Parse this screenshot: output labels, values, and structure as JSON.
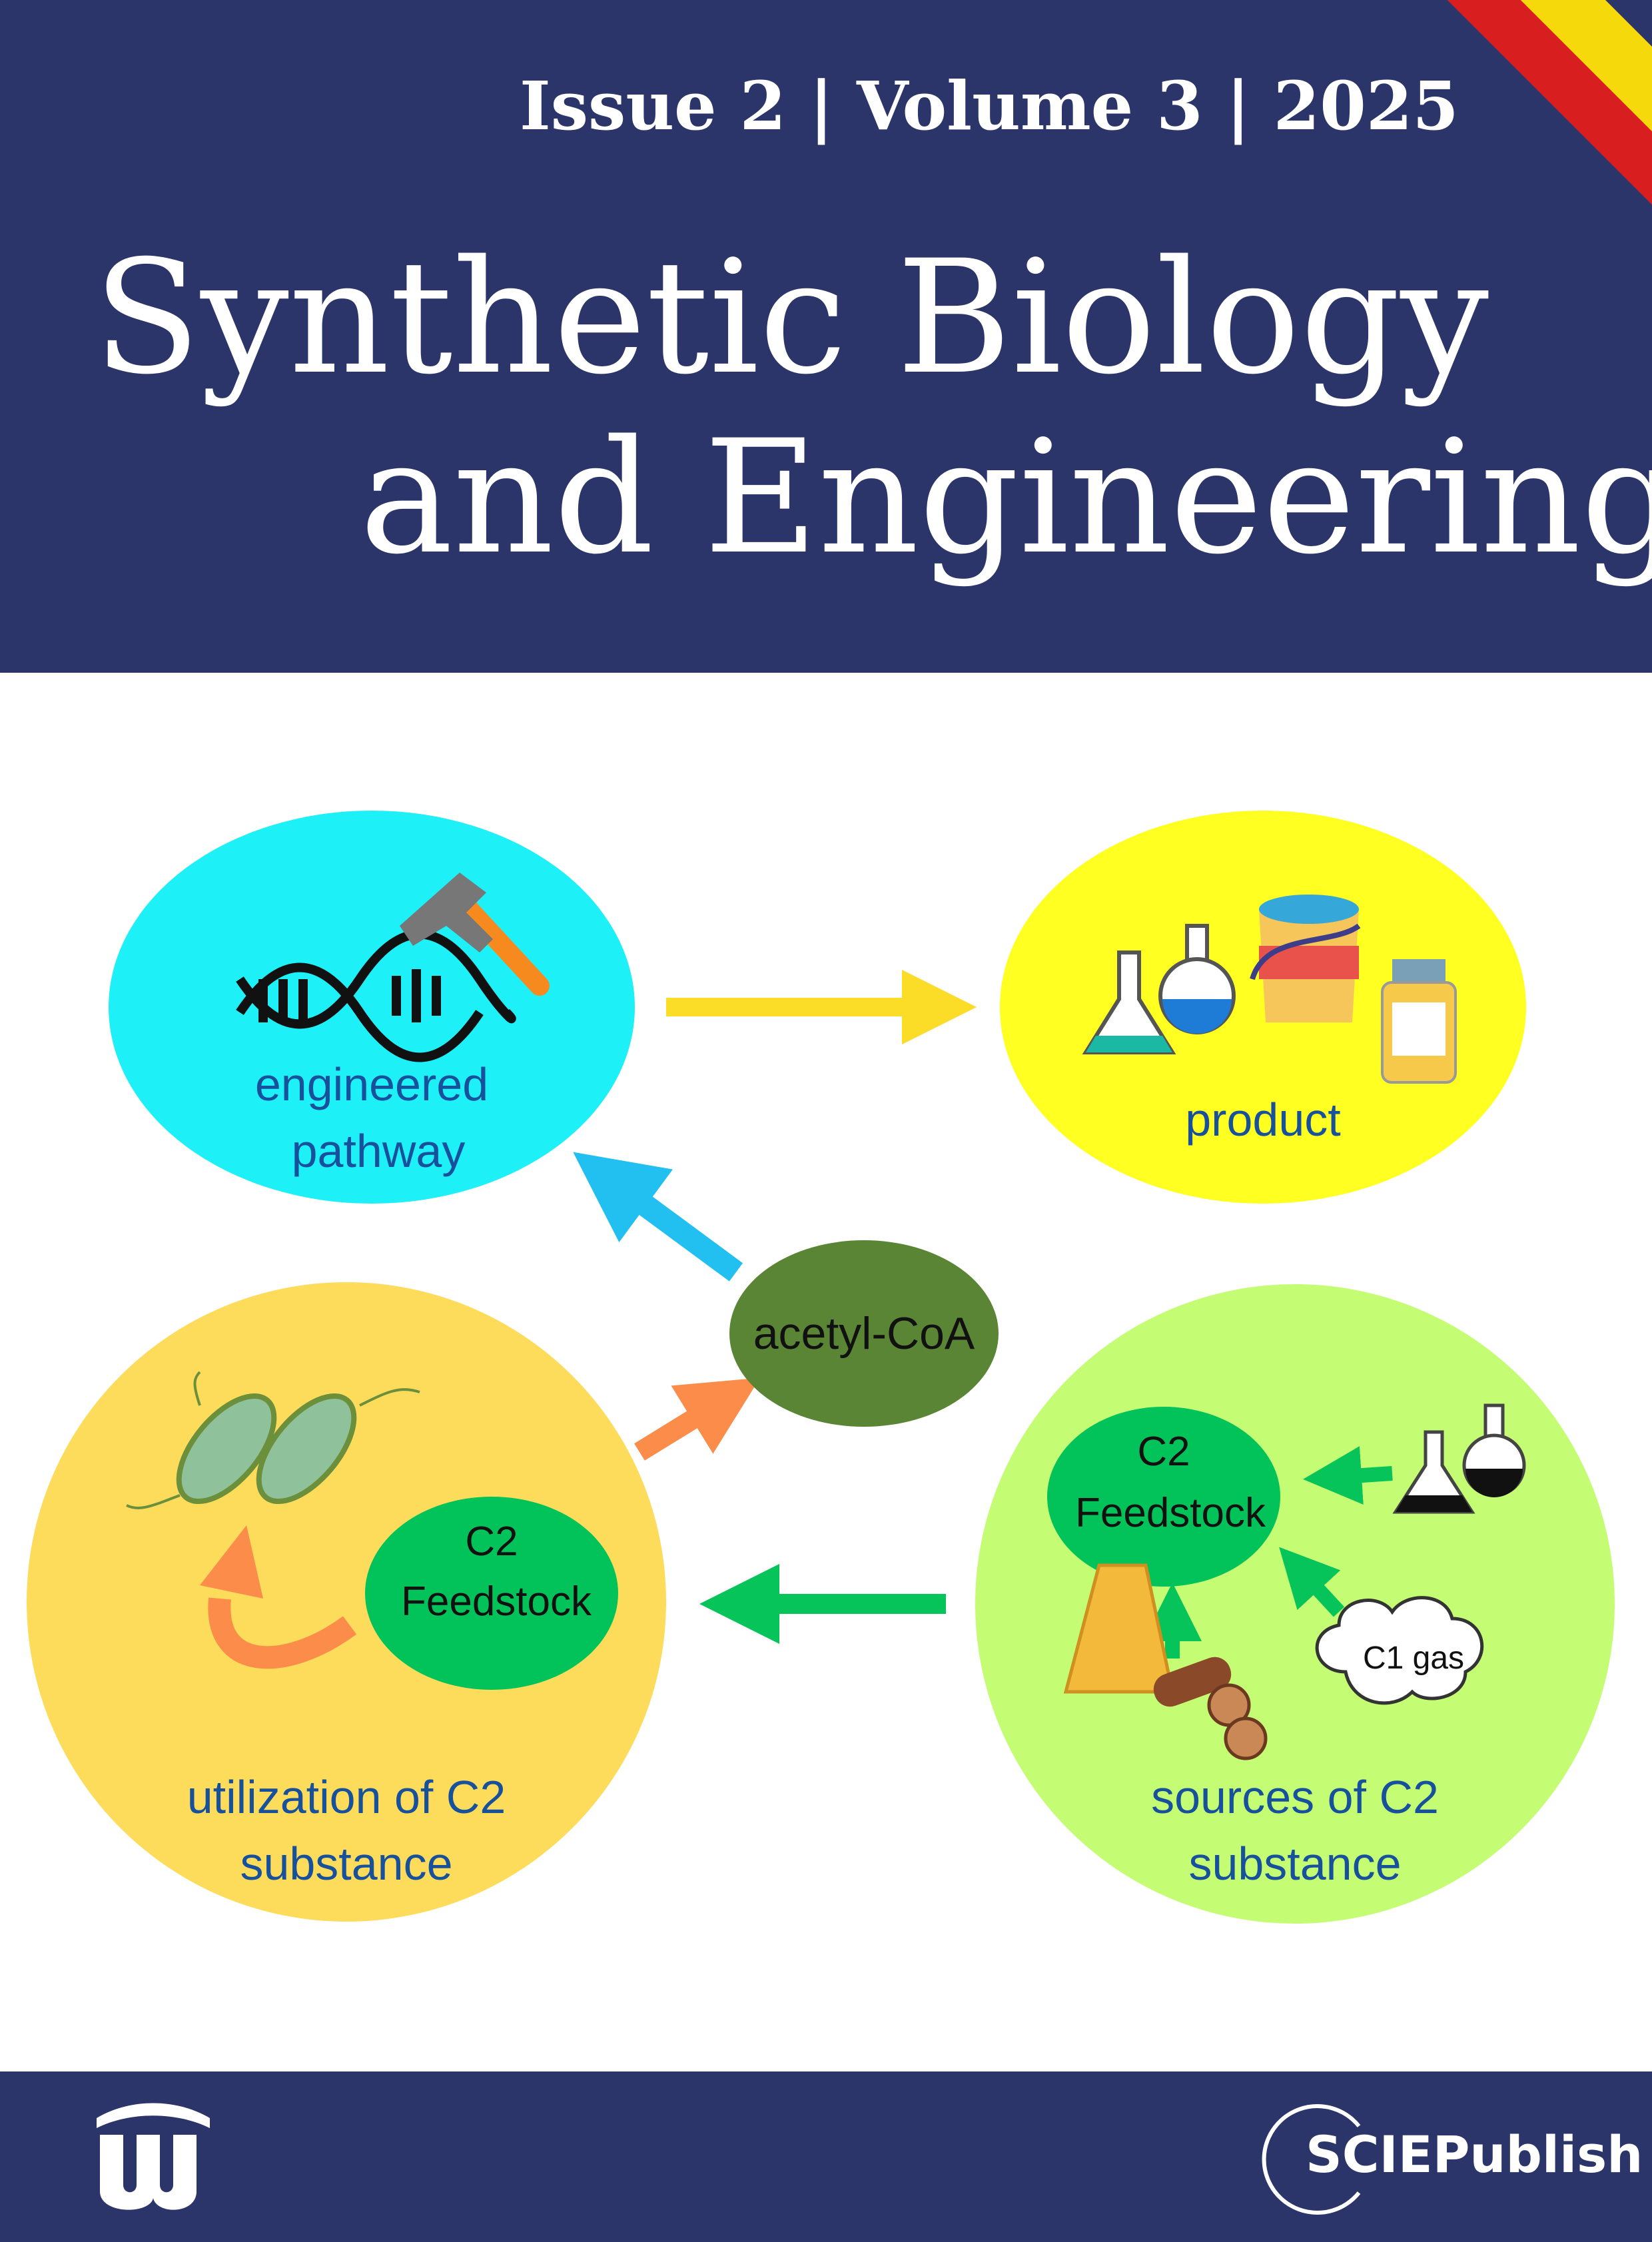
{
  "header": {
    "issue_line": "Issue 2 | Volume 3 | 2025",
    "title_line1": "Synthetic Biology",
    "title_line2": "and Engineering"
  },
  "diagram": {
    "engineered_pathway_line1": "engineered",
    "engineered_pathway_line2": "pathway",
    "product": "product",
    "acetyl_coa": "acetyl-CoA",
    "feedstock_left_line1": "C2",
    "feedstock_left_line2": "Feedstock",
    "feedstock_right_line1": "C2",
    "feedstock_right_line2": "Feedstock",
    "c1_gas": "C1 gas",
    "utilization_line1": "utilization of C2",
    "utilization_line2": "substance",
    "sources_line1": "sources of C2",
    "sources_line2": "substance"
  },
  "footer": {
    "publisher": "SCIEPublish"
  },
  "icons": [
    "dna-icon",
    "hammer-icon",
    "flask-icon",
    "bucket-icon",
    "pill-bottle-icon",
    "bacteria-icon",
    "hay-icon",
    "logs-icon",
    "cloud-icon",
    "journal-logo",
    "publisher-logo"
  ],
  "colors": {
    "navy": "#2b3569",
    "cyan": "#1ef0f8",
    "yellow": "#ffff22",
    "amber": "#fddc5c",
    "lime": "#c4fd73",
    "green": "#02c25a",
    "olive": "#5a8534",
    "label_blue": "#17509b"
  }
}
